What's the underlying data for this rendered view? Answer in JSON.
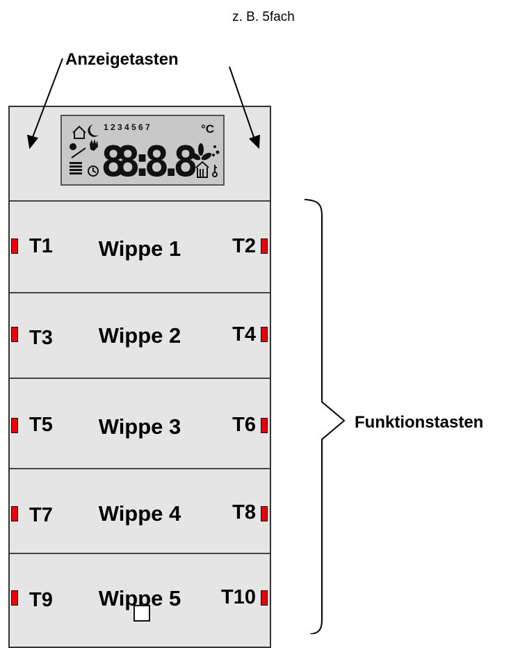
{
  "caption": "z. B. 5fach",
  "label_display_buttons": "Anzeigetasten",
  "label_function_buttons": "Funktionstasten",
  "lcd": {
    "day_digits": "1 2 3 4 5 6 7",
    "unit": "°C",
    "segments": "88:8.8"
  },
  "rockers": [
    {
      "name": "Wippe 1",
      "left": "T1",
      "right": "T2"
    },
    {
      "name": "Wippe 2",
      "left": "T3",
      "right": "T4"
    },
    {
      "name": "Wippe 3",
      "left": "T5",
      "right": "T6"
    },
    {
      "name": "Wippe 4",
      "left": "T7",
      "right": "T8"
    },
    {
      "name": "Wippe 5",
      "left": "T9",
      "right": "T10"
    }
  ],
  "colors": {
    "led": "#e8000b",
    "panel": "#e5e5e5",
    "lcd": "#c8c8c8"
  }
}
